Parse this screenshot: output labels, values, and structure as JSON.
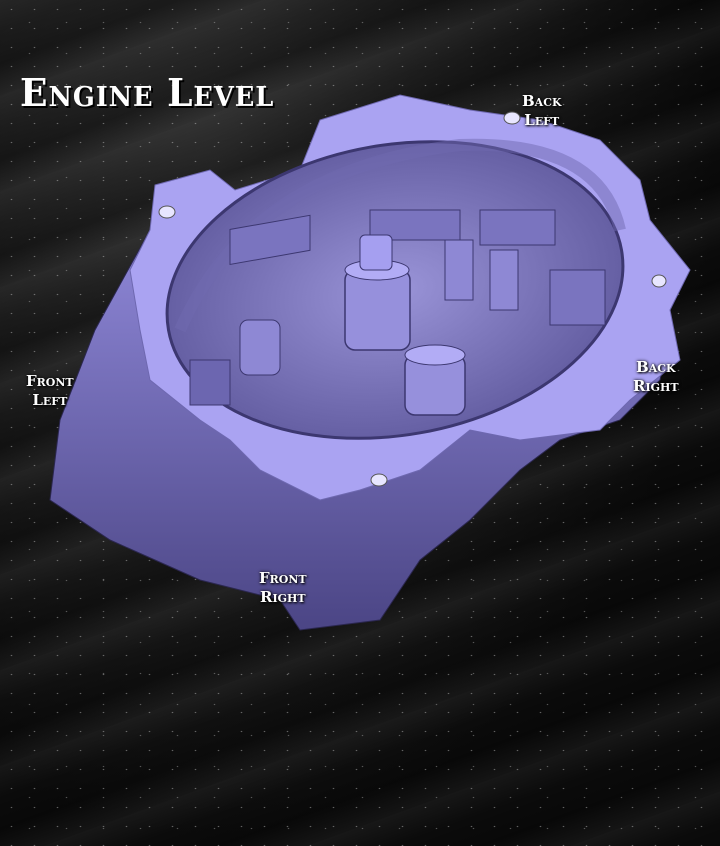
{
  "title": "Engine Level",
  "labels": {
    "back_left": {
      "line1": "Back",
      "line2": "Left"
    },
    "back_right": {
      "line1": "Back",
      "line2": "Right"
    },
    "front_left": {
      "line1": "Front",
      "line2": "Left"
    },
    "front_right": {
      "line1": "Front",
      "line2": "Right"
    }
  },
  "colors": {
    "model": "#a9a2f0",
    "model_dark": "#5a5496",
    "background": "#111111"
  }
}
